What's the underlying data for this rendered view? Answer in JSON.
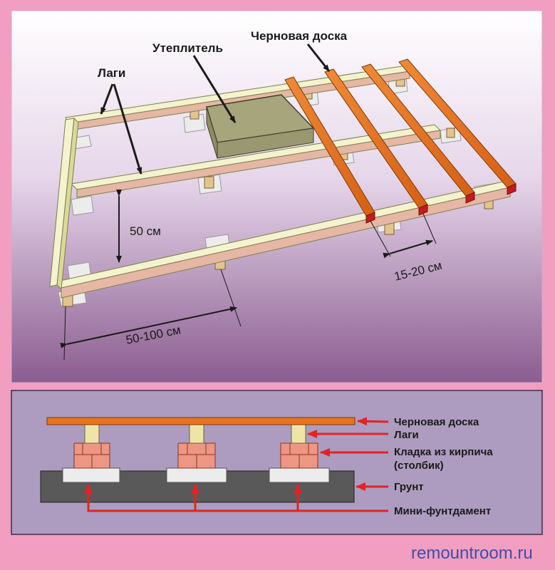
{
  "top_diagram": {
    "labels": {
      "subfloor_board": "Черновая доска",
      "insulation": "Утеплитель",
      "joists": "Лаги"
    },
    "dimensions": {
      "joist_spacing": "50 см",
      "post_spacing": "50-100 см",
      "board_spacing": "15-20 см"
    }
  },
  "bottom_diagram": {
    "legend": [
      {
        "text": "Черновая доска"
      },
      {
        "text": "Лаги"
      },
      {
        "text": "Кладка из кирпича"
      },
      {
        "text": "(столбик)"
      },
      {
        "text": "Грунт"
      },
      {
        "text": "Мини-фунтдамент"
      }
    ]
  },
  "site": "remountroom.ru",
  "colors": {
    "page_background": "#f29ec1",
    "joist": "#e9eab6",
    "board": "#e8731f",
    "brick": "#ef9583",
    "ground": "#595959",
    "arrow_red": "#e52222"
  }
}
